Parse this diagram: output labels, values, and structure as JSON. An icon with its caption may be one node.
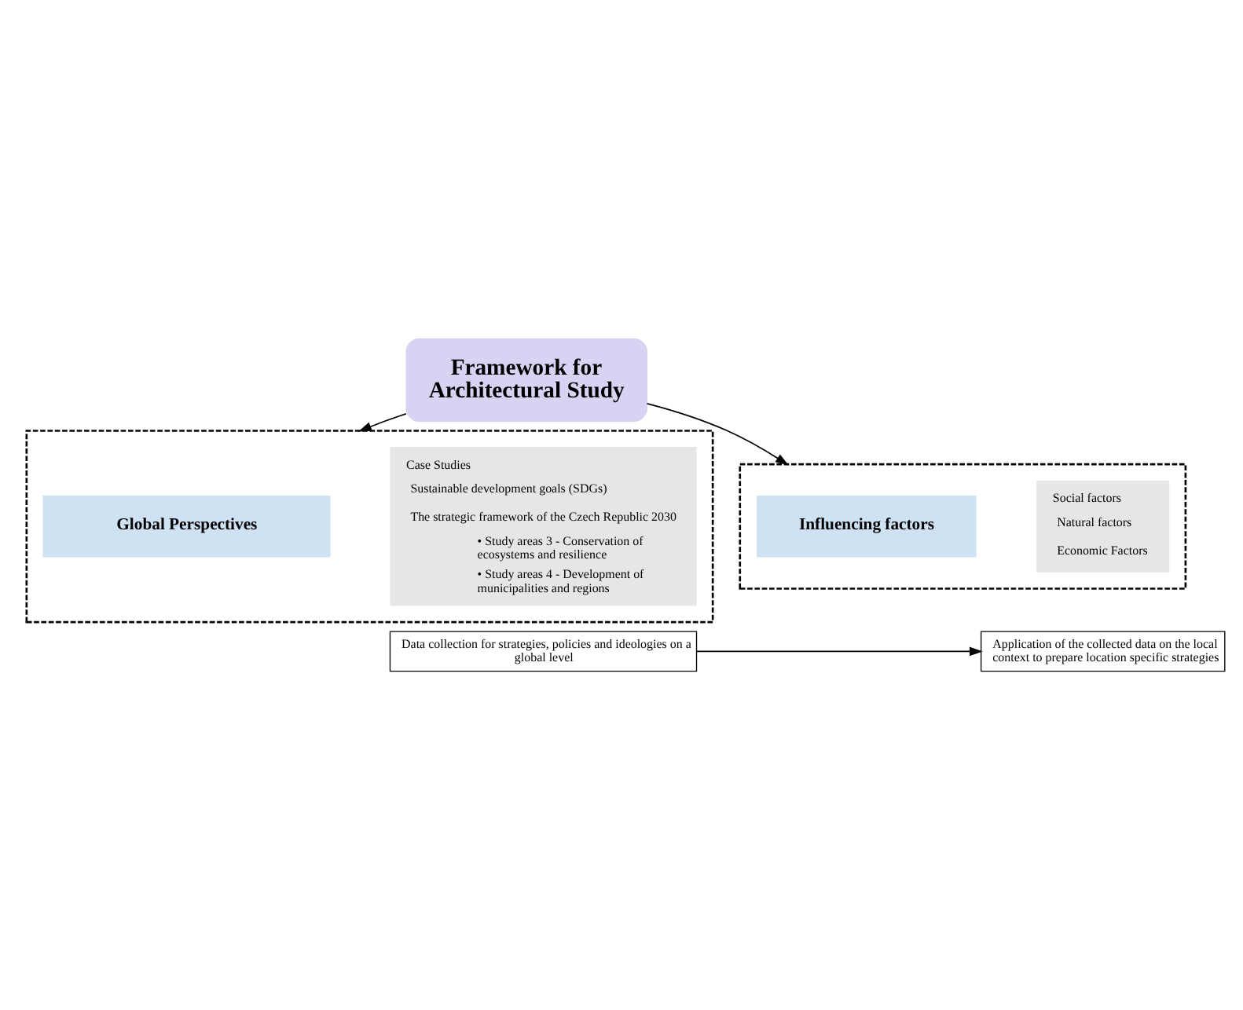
{
  "diagram": {
    "nodes": [
      {
        "text": [
          "Framework for Architectural Study"
        ]
      },
      {
        "text": [],
        "shape": "box"
      },
      {
        "text": [
          "Global Perspectives"
        ],
        "in": 1
      },
      {
        "text": [
          "Case Studies",
          "Sustainable development goals (SDGs)",
          "The strategic framework of the Czech Republic 2030",
          "• Study areas 3 - Conservation of ecosystems and resilience",
          "• Study areas 4 - Development of municipalities and regions"
        ],
        "in": 1
      },
      {
        "text": [],
        "shape": "box"
      },
      {
        "text": [
          "Influencing factors"
        ],
        "in": 4
      },
      {
        "text": [
          "Social factors",
          "Natural factors",
          "Economic Factors"
        ],
        "in": 4
      },
      {
        "text": [
          "Data collection for strategies, policies and ideologies on a global level"
        ]
      },
      {
        "text": [
          "Application of the collected data on the local context to prepare location specific strategies"
        ]
      }
    ],
    "edges": [
      {
        "from": 0,
        "to": 1,
        "arrow": "to"
      },
      {
        "from": 0,
        "to": 4,
        "arrow": "to"
      },
      {
        "from": 7,
        "to": 8,
        "arrow": "to"
      }
    ]
  }
}
